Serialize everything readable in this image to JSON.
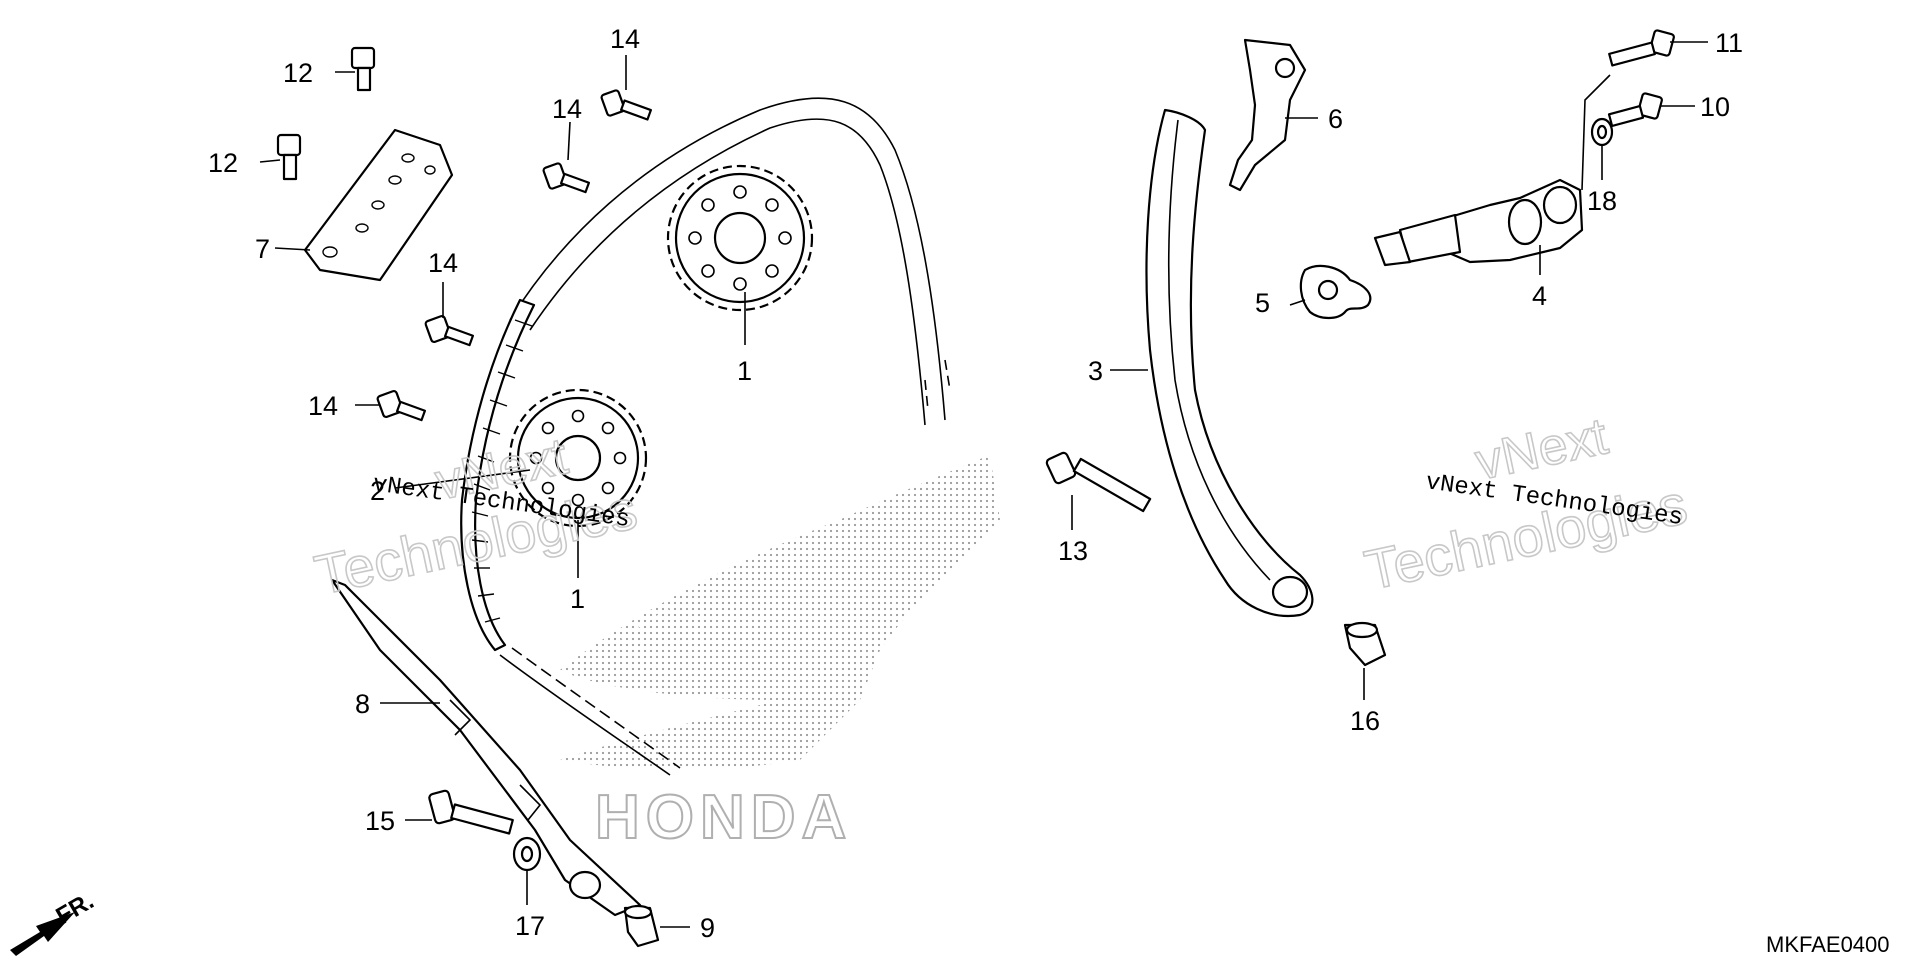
{
  "diagram": {
    "code": "MKFAE0400",
    "brand_mark": "HONDA",
    "front_indicator": "FR.",
    "watermark_line1": "vNext",
    "watermark_line2": "Technologies",
    "watermark_single": "vNext Technologies"
  },
  "callouts": {
    "p1a": "1",
    "p1b": "1",
    "p2": "2",
    "p3": "3",
    "p4": "4",
    "p5": "5",
    "p6": "6",
    "p7": "7",
    "p8": "8",
    "p9": "9",
    "p10": "10",
    "p11": "11",
    "p12a": "12",
    "p12b": "12",
    "p13": "13",
    "p14a": "14",
    "p14b": "14",
    "p14c": "14",
    "p14d": "14",
    "p15": "15",
    "p16": "16",
    "p17": "17",
    "p18": "18"
  }
}
